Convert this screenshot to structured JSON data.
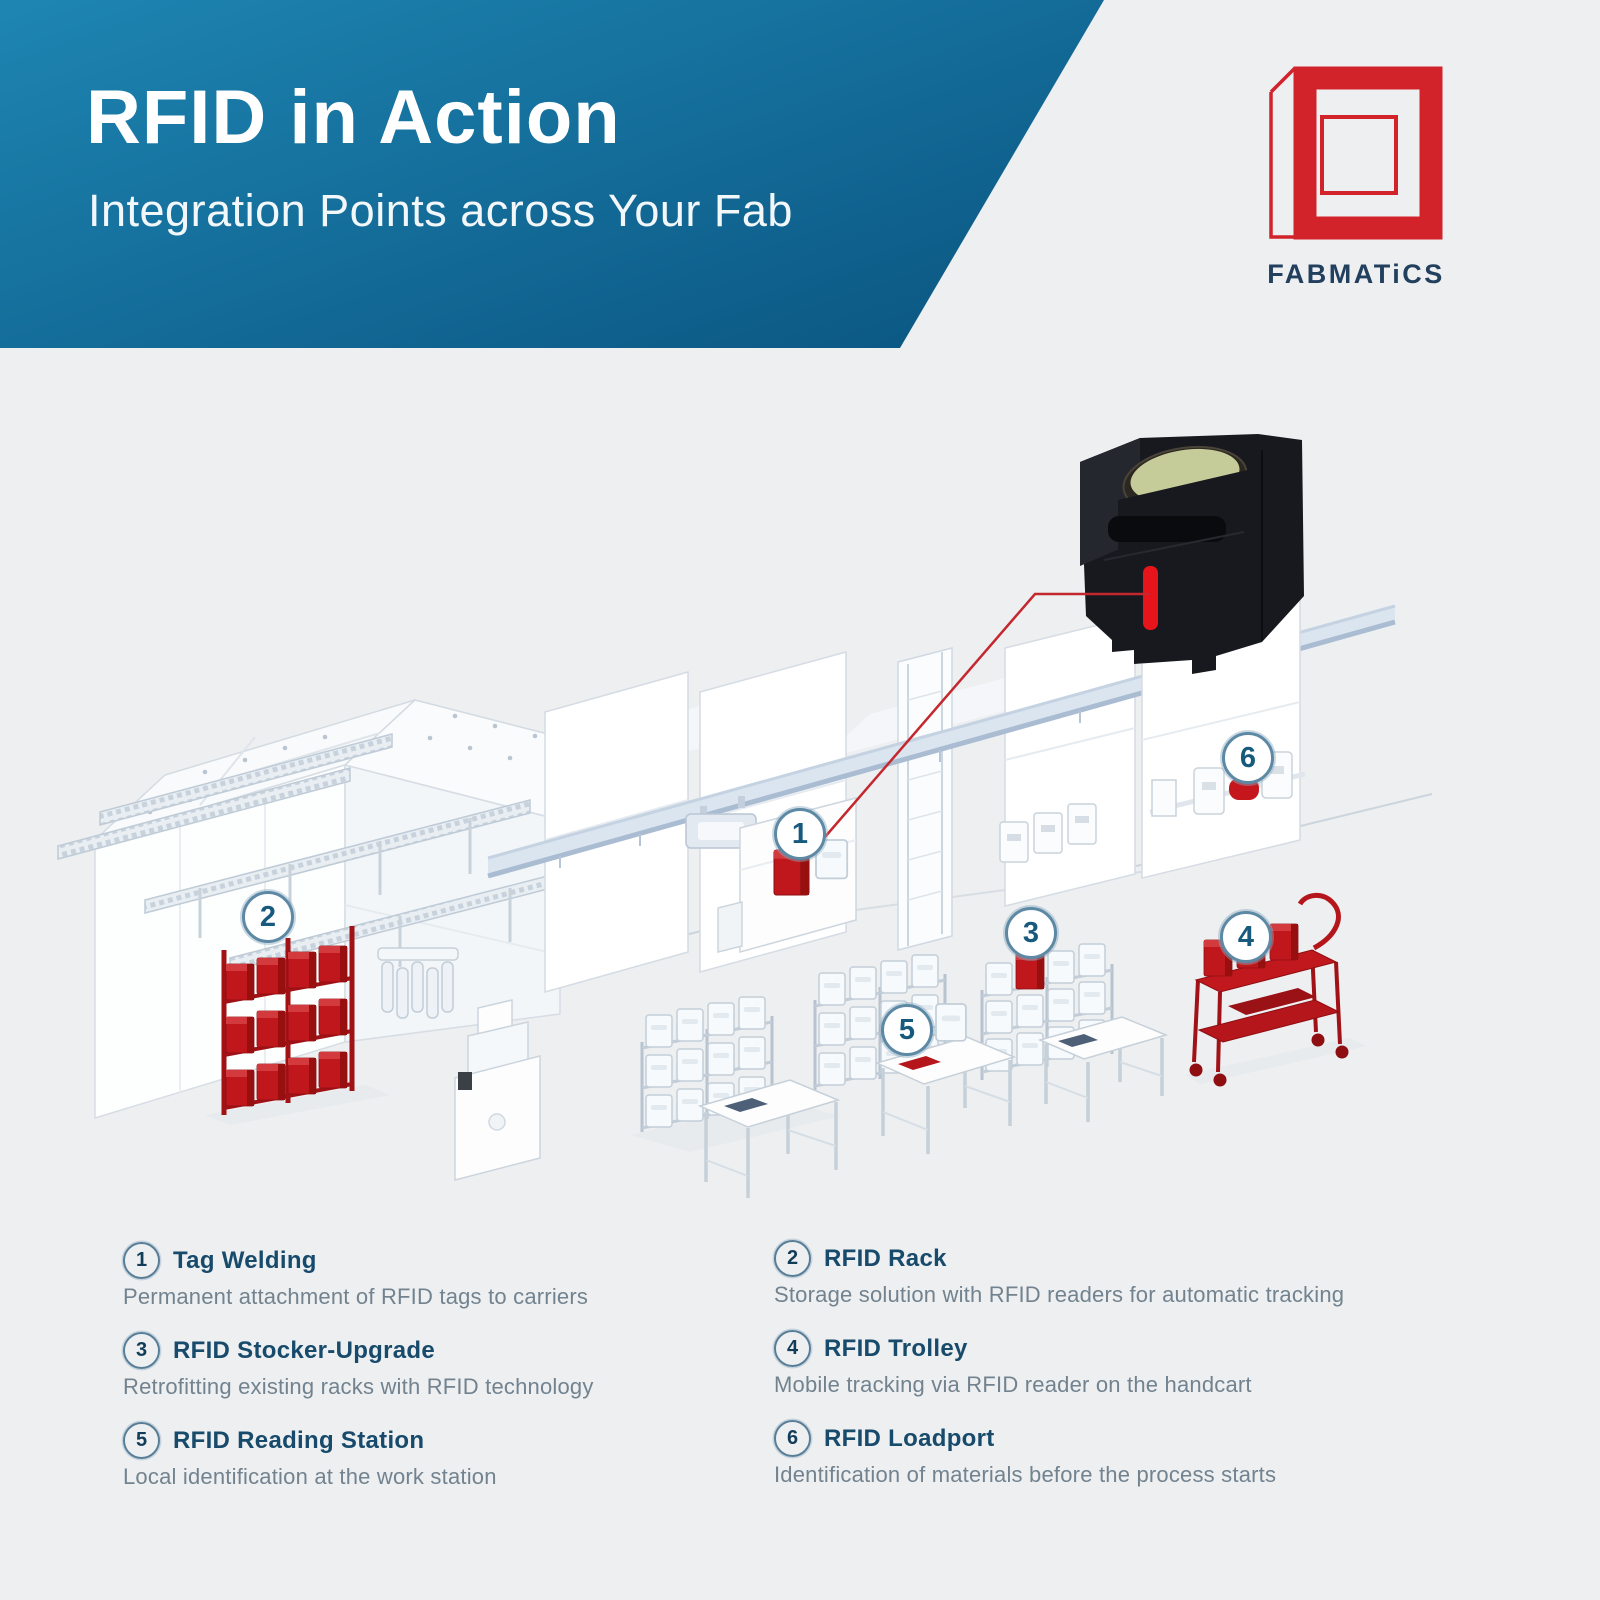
{
  "header": {
    "title": "RFID in Action",
    "subtitle": "Integration Points across Your Fab",
    "banner_color_start": "#1e85b2",
    "banner_color_end": "#0b5682"
  },
  "logo": {
    "brand": "FABMATiCS",
    "brand_red": "#d2232a",
    "brand_text_color": "#223f5e"
  },
  "diagram": {
    "accent_red": "#c0181d",
    "callouts": [
      {
        "number": "1"
      },
      {
        "number": "2"
      },
      {
        "number": "3"
      },
      {
        "number": "4"
      },
      {
        "number": "5"
      },
      {
        "number": "6"
      }
    ]
  },
  "legend": {
    "items": [
      {
        "number": "1",
        "title": "Tag Welding",
        "description": "Permanent attachment of RFID tags to carriers"
      },
      {
        "number": "2",
        "title": "RFID Rack",
        "description": "Storage solution with RFID readers for automatic tracking"
      },
      {
        "number": "3",
        "title": "RFID Stocker-Upgrade",
        "description": "Retrofitting existing racks with RFID technology"
      },
      {
        "number": "4",
        "title": "RFID Trolley",
        "description": "Mobile tracking via RFID reader on the handcart"
      },
      {
        "number": "5",
        "title": "RFID Reading Station",
        "description": "Local identification at the work station"
      },
      {
        "number": "6",
        "title": "RFID Loadport",
        "description": "Identification of materials before the process starts"
      }
    ]
  }
}
